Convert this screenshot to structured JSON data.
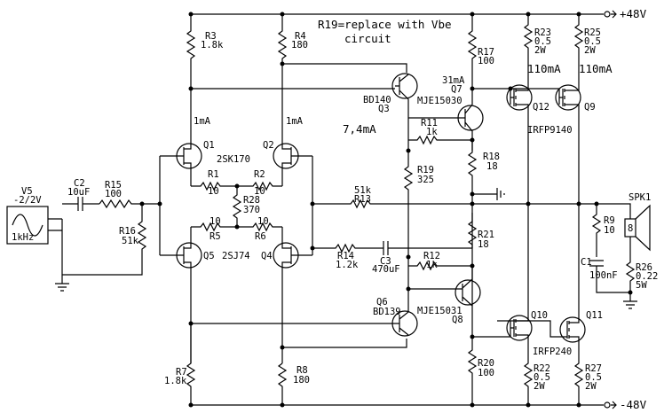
{
  "note": "R19=replace with Vbe\ncircuit",
  "rails": {
    "positive": "+48V",
    "negative": "-48V"
  },
  "source": {
    "name": "V5",
    "value": "-2/2V",
    "freq": "1kHz"
  },
  "components": {
    "R3": {
      "ref": "R3",
      "value": "1.8k"
    },
    "R4": {
      "ref": "R4",
      "value": "180"
    },
    "R17": {
      "ref": "R17",
      "value": "100"
    },
    "R23": {
      "ref": "R23",
      "value": "0.5",
      "power": "2W"
    },
    "R25": {
      "ref": "R25",
      "value": "0.5",
      "power": "2W"
    },
    "R1": {
      "ref": "R1",
      "value": "10"
    },
    "R2": {
      "ref": "R2",
      "value": "10"
    },
    "R5": {
      "ref": "R5",
      "value": "10"
    },
    "R6": {
      "ref": "R6",
      "value": "10"
    },
    "R28": {
      "ref": "R28",
      "value": "370"
    },
    "R11": {
      "ref": "R11",
      "value": "1k"
    },
    "R12": {
      "ref": "R12",
      "value": "1k"
    },
    "R18": {
      "ref": "R18",
      "value": "18"
    },
    "R21": {
      "ref": "R21",
      "value": "18"
    },
    "R19": {
      "ref": "R19",
      "value": "325"
    },
    "R13": {
      "ref": "R13",
      "value": "51k"
    },
    "R14": {
      "ref": "R14",
      "value": "1.2k"
    },
    "R15": {
      "ref": "R15",
      "value": "100"
    },
    "R16": {
      "ref": "R16",
      "value": "51k"
    },
    "R7": {
      "ref": "R7",
      "value": "1.8k"
    },
    "R8": {
      "ref": "R8",
      "value": "180"
    },
    "R20": {
      "ref": "R20",
      "value": "100"
    },
    "R22": {
      "ref": "R22",
      "value": "0.5",
      "power": "2W"
    },
    "R27": {
      "ref": "R27",
      "value": "0.5",
      "power": "2W"
    },
    "R9": {
      "ref": "R9",
      "value": "10"
    },
    "R26": {
      "ref": "R26",
      "value": "0.22",
      "power": "5W"
    },
    "C1": {
      "ref": "C1",
      "value": "100nF"
    },
    "C2": {
      "ref": "C2",
      "value": "10uF"
    },
    "C3": {
      "ref": "C3",
      "value": "470uF"
    },
    "SPK1": {
      "ref": "SPK1",
      "value": "8"
    }
  },
  "transistors": {
    "Q1": "Q1",
    "Q2": "Q2",
    "Q3": "Q3",
    "Q4": "Q4",
    "Q5": "Q5",
    "Q6": "Q6",
    "Q7": "Q7",
    "Q8": "Q8",
    "Q9": "Q9",
    "Q10": "Q10",
    "Q11": "Q11",
    "Q12": "Q12",
    "pair_n": "2SK170",
    "pair_p": "2SJ74",
    "q3_part": "BD140",
    "q6_part": "BD139",
    "q7_part": "MJE15030",
    "q8_part": "MJE15031",
    "p_out": "IRFP9140",
    "n_out": "IRFP240"
  },
  "currents": {
    "q1": "1mA",
    "q2": "1mA",
    "q3": "7,4mA",
    "q7": "31mA",
    "q12": "110mA",
    "q9": "110mA"
  }
}
